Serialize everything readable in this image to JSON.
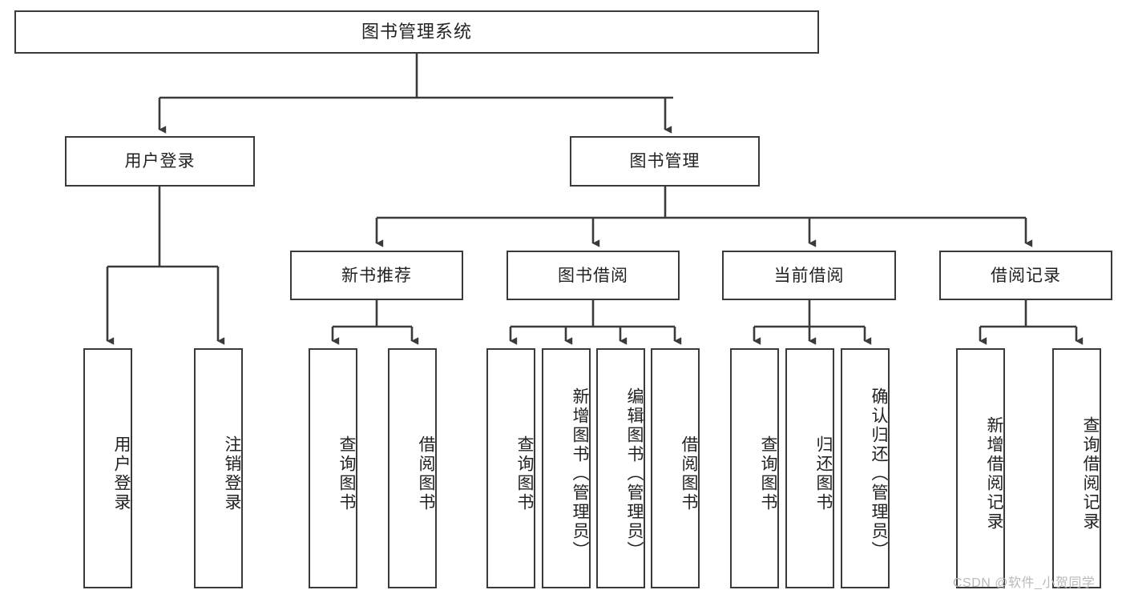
{
  "diagram": {
    "title": "图书管理系统",
    "type": "tree-hierarchy",
    "watermark": "CSDN @软件_小贺同学",
    "colors": {
      "box_border": "#3a3a3a",
      "box_fill": "#ffffff",
      "connector": "#3a3a3a",
      "text": "#222222",
      "watermark": "#b9b9b9",
      "background": "#ffffff"
    },
    "levels": {
      "root": {
        "label": "图书管理系统"
      },
      "level2": [
        {
          "label": "用户登录"
        },
        {
          "label": "图书管理"
        }
      ],
      "level3": [
        {
          "label": "新书推荐"
        },
        {
          "label": "图书借阅"
        },
        {
          "label": "当前借阅"
        },
        {
          "label": "借阅记录"
        }
      ],
      "leaves": {
        "user_login": [
          {
            "label": "用户登录"
          },
          {
            "label": "注销登录"
          }
        ],
        "new_book_recommend": [
          {
            "label": "查询图书"
          },
          {
            "label": "借阅图书"
          }
        ],
        "book_borrow": [
          {
            "label": "查询图书"
          },
          {
            "label": "新增图书（管理员）"
          },
          {
            "label": "编辑图书（管理员）"
          },
          {
            "label": "借阅图书"
          }
        ],
        "current_borrow": [
          {
            "label": "查询图书"
          },
          {
            "label": "归还图书"
          },
          {
            "label": "确认归还（管理员）"
          }
        ],
        "borrow_record": [
          {
            "label": "新增借阅记录"
          },
          {
            "label": "查询借阅记录"
          }
        ]
      }
    }
  }
}
